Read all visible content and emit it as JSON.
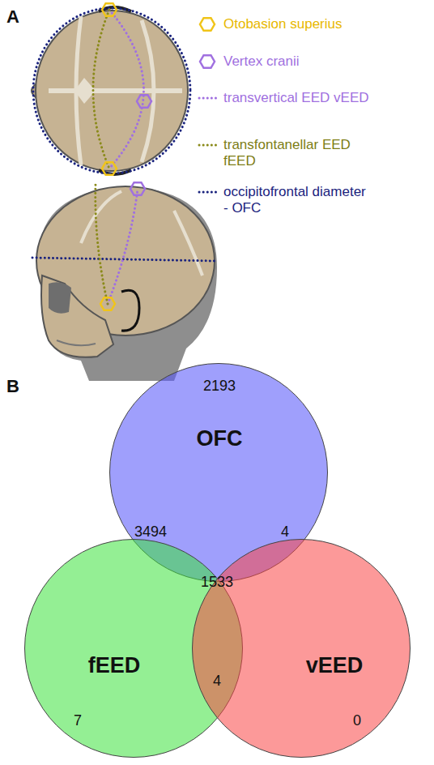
{
  "diagram": {
    "nodes": [
      {
        "text": [
          "2193",
          "OFC"
        ]
      },
      {
        "text": [
          "fEED",
          "7"
        ]
      },
      {
        "text": [
          "vEED",
          "0"
        ]
      }
    ],
    "labels": [
      "A",
      "B",
      "3494",
      "4",
      "1533",
      "4"
    ],
    "legend": [
      {
        "text": "Otobasion superius"
      },
      {
        "text": "Vertex cranii"
      },
      {
        "text": "transvertical EED vEED"
      },
      {
        "text": "transfontanellar EED fEED"
      },
      {
        "text": "occipitofrontal diameter - OFC"
      }
    ]
  }
}
